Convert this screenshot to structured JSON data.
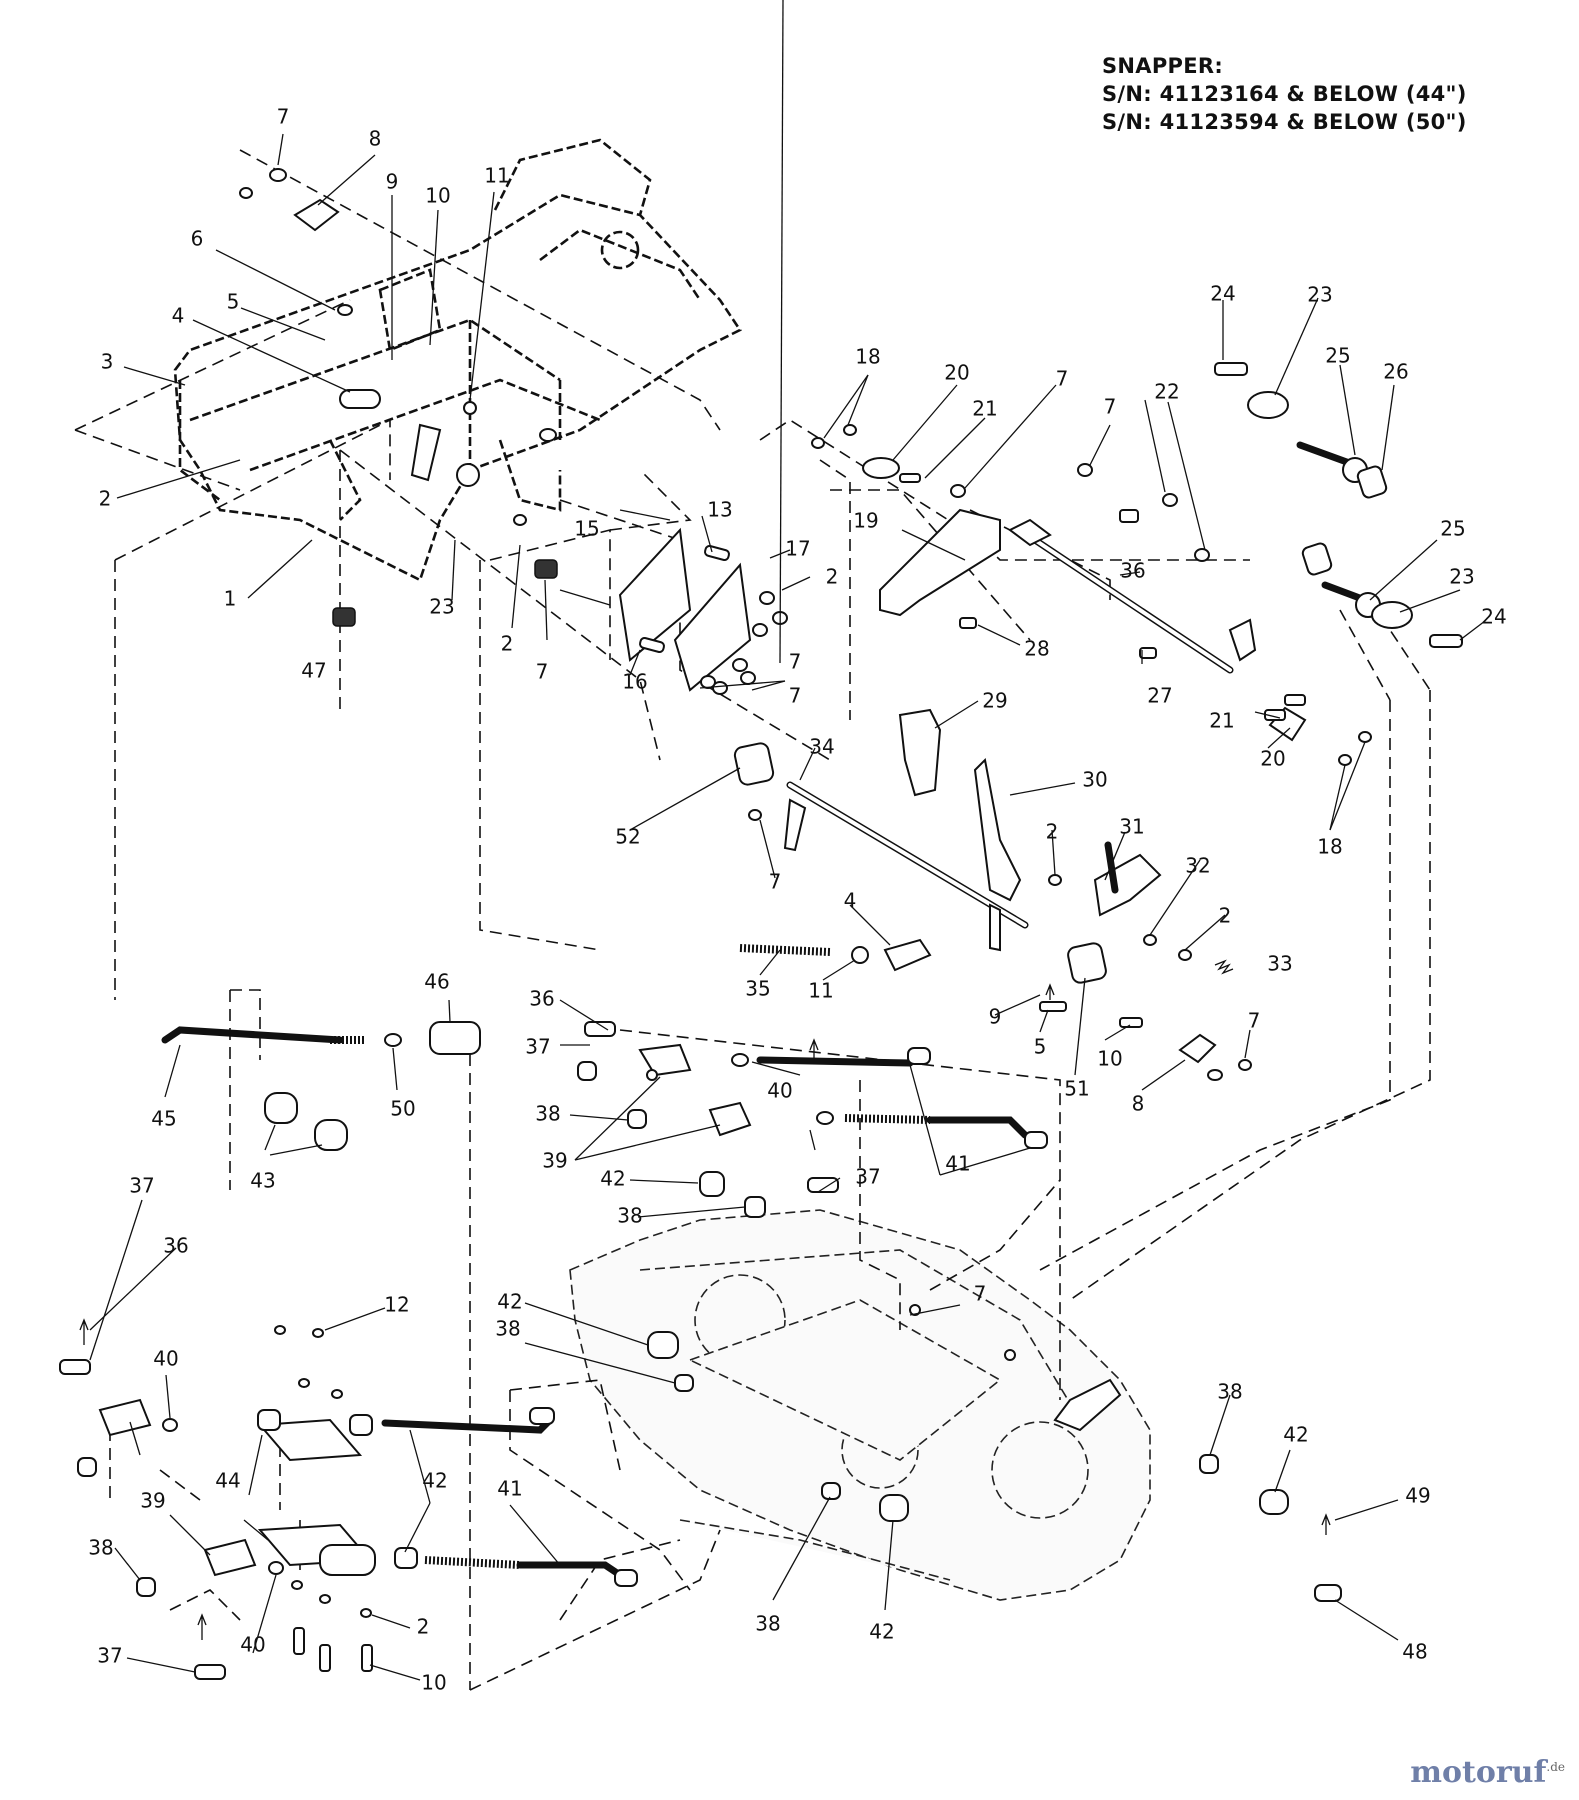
{
  "header": {
    "line1": "SNAPPER:",
    "line2": "S/N: 41123164 & BELOW (44\")",
    "line3": "S/N: 41123594 & BELOW (50\")"
  },
  "watermark": {
    "text": "motoruf",
    "suffix": ".de"
  },
  "callouts": [
    "7",
    "8",
    "9",
    "10",
    "11",
    "6",
    "4",
    "5",
    "3",
    "2",
    "1",
    "47",
    "23",
    "2",
    "7",
    "15",
    "13",
    "17",
    "2",
    "16",
    "7",
    "7",
    "18",
    "20",
    "21",
    "7",
    "19",
    "7",
    "22",
    "36",
    "28",
    "27",
    "24",
    "23",
    "25",
    "26",
    "25",
    "23",
    "24",
    "21",
    "20",
    "18",
    "29",
    "30",
    "34",
    "52",
    "7",
    "2",
    "31",
    "32",
    "2",
    "33",
    "4",
    "35",
    "11",
    "9",
    "5",
    "51",
    "10",
    "8",
    "7",
    "46",
    "50",
    "45",
    "43",
    "36",
    "37",
    "40",
    "38",
    "39",
    "42",
    "37",
    "41",
    "38",
    "37",
    "36",
    "12",
    "40",
    "39",
    "44",
    "42",
    "41",
    "38",
    "40",
    "37",
    "2",
    "10",
    "42",
    "38",
    "7",
    "38",
    "42",
    "49",
    "48",
    "38",
    "42"
  ]
}
